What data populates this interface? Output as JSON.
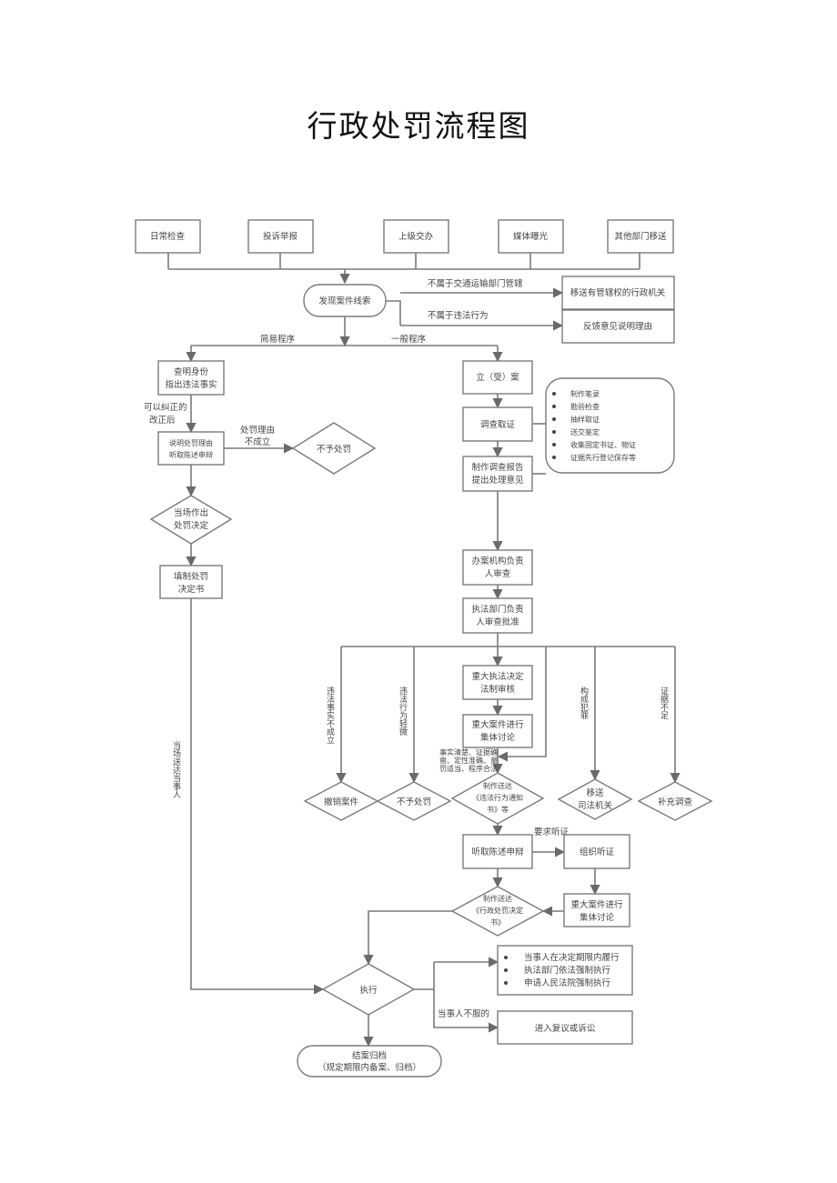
{
  "title": "行政处罚流程图",
  "sources": [
    "日常检查",
    "投诉举报",
    "上级交办",
    "媒体曝光",
    "其他部门移送"
  ],
  "discover": "发现案件线索",
  "not_transport": "不属于交通运输部门管辖",
  "transfer_authority": "移送有管辖权的行政机关",
  "not_illegal": "不属于违法行为",
  "feedback": "反馈意见说明理由",
  "simple_procedure": "简易程序",
  "general_procedure": "一般程序",
  "simple": {
    "check_identity": [
      "查明身份",
      "指出违法事实"
    ],
    "correctable": [
      "可以纠正的",
      "改正后"
    ],
    "explain_reason": [
      "说明处罚理由",
      "听取陈述申辩"
    ],
    "reason_invalid": [
      "处罚理由",
      "不成立"
    ],
    "no_penalty": "不予处罚",
    "onsite_decision": [
      "当场作出",
      "处罚决定"
    ],
    "fill_decision": [
      "填制处罚",
      "决定书"
    ],
    "serve_onsite": "当场送达当事人"
  },
  "general": {
    "register": "立（受）案",
    "investigate": "调查取证",
    "evidence_items": [
      "制作笔录",
      "勘验检查",
      "抽样取证",
      "送交鉴定",
      "收集固定书证、物证",
      "证据先行登记保存等"
    ],
    "report": [
      "制作调查报告",
      "提出处理意见"
    ],
    "office_review": [
      "办案机构负责",
      "人审查"
    ],
    "dept_approval": [
      "执法部门负责",
      "人审查批准"
    ],
    "branch_labels": [
      "违法事实不成立",
      "违法行为轻微",
      "构成犯罪",
      "证据不足"
    ],
    "major_legal_review": [
      "重大执法决定",
      "法制审核"
    ],
    "major_collective": [
      "重大案件进行",
      "集体讨论"
    ],
    "notice_note": [
      "事实清楚、证据确",
      "凿、定性准确、量",
      "罚适当、程序合法"
    ],
    "revoke": "撤销案件",
    "no_penalty2": "不予处罚",
    "transfer_judicial": [
      "移送",
      "司法机关"
    ],
    "supplement": "补充调查",
    "notice": [
      "制作送达",
      "《违法行为通知",
      "书》等"
    ],
    "hear_defense": "听取陈述申辩",
    "hearing_request": "要求听证",
    "organize_hearing": "组织听证",
    "major_collective2": [
      "重大案件进行",
      "集体讨论"
    ],
    "decision": [
      "制作送达",
      "《行政处罚决定",
      "书》"
    ],
    "execute": "执行",
    "exec_items": [
      "当事人在决定期限内履行",
      "执法部门依法强制执行",
      "申请人民法院强制执行"
    ],
    "party_disagree": "当事人不服的",
    "review_litigation": "进入复议或诉讼",
    "close": [
      "结案归档",
      "（规定期限内备案、归档）"
    ]
  }
}
